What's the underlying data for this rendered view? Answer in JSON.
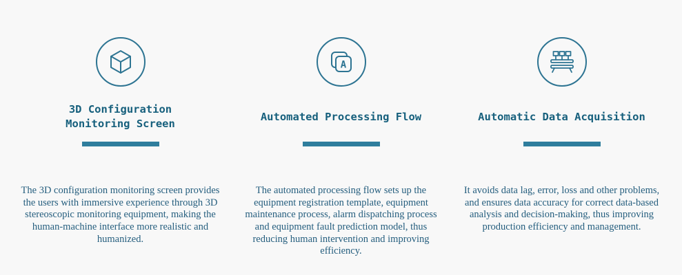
{
  "colors": {
    "background": "#f8f8f8",
    "accent_bar": "#2f7e9d",
    "title_text": "#17607d",
    "body_text": "#255e7e",
    "icon_stroke": "#2d7492"
  },
  "features": [
    {
      "icon": "cube-3d-icon",
      "title": "3D Configuration\nMonitoring Screen",
      "description": "The 3D configuration monitoring screen provides the users with immersive experience through 3D stereoscopic monitoring equipment, making the human-machine interface more realistic and humanized."
    },
    {
      "icon": "document-a-icon",
      "title": "Automated Processing Flow",
      "description": "The automated processing flow sets up the equipment registration template, equipment maintenance process, alarm dispatching process and equipment fault prediction model, thus reducing human intervention and improving efficiency."
    },
    {
      "icon": "data-acquisition-icon",
      "title": "Automatic Data Acquisition",
      "description": "It avoids data lag, error, loss and other problems, and ensures data accuracy for correct data-based analysis and decision-making, thus improving production efficiency and management."
    }
  ]
}
